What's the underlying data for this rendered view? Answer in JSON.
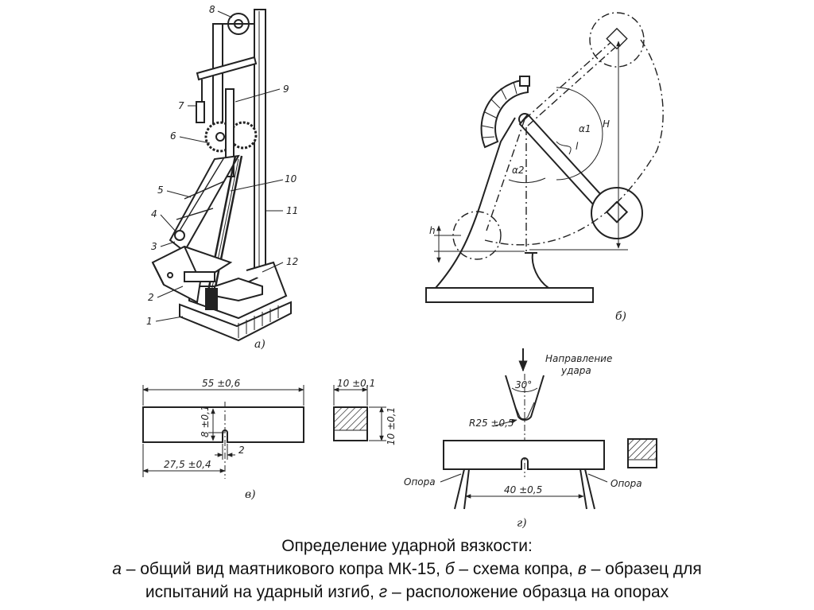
{
  "panel_a": {
    "label": "а)",
    "callouts": [
      "1",
      "2",
      "3",
      "4",
      "5",
      "6",
      "7",
      "8",
      "9",
      "10",
      "11",
      "12"
    ]
  },
  "panel_b": {
    "label": "б)",
    "alpha1": "α1",
    "alpha2": "α2",
    "big_h": "H",
    "small_h": "h",
    "l": "l"
  },
  "panel_v": {
    "label": "в)",
    "dim_length": "55 ±0,6",
    "dim_notch_depth": "8 ±0,1",
    "dim_notch_pos": "27,5 ±0,4",
    "dim_notch_width": "2",
    "dim_width": "10 ±0,1",
    "dim_height": "10 ±0,1"
  },
  "panel_g": {
    "label": "г)",
    "direction_line1": "Направление",
    "direction_line2": "удара",
    "angle": "30°",
    "radius": "R25 ±0,5",
    "support_left": "Опора",
    "support_right": "Опора",
    "span": "40 ±0,5"
  },
  "caption": {
    "title": "Определение ударной вязкости:",
    "a_key": "а",
    "a_text": " – общий вид маятникового копра МК-15, ",
    "b_key": "б",
    "b_text": " – схема копра, ",
    "v_key": "в",
    "v_text": " – образец для",
    "line3_text": "испытаний на ударный изгиб, ",
    "g_key": "г",
    "g_text": " – расположение образца на опорах"
  }
}
